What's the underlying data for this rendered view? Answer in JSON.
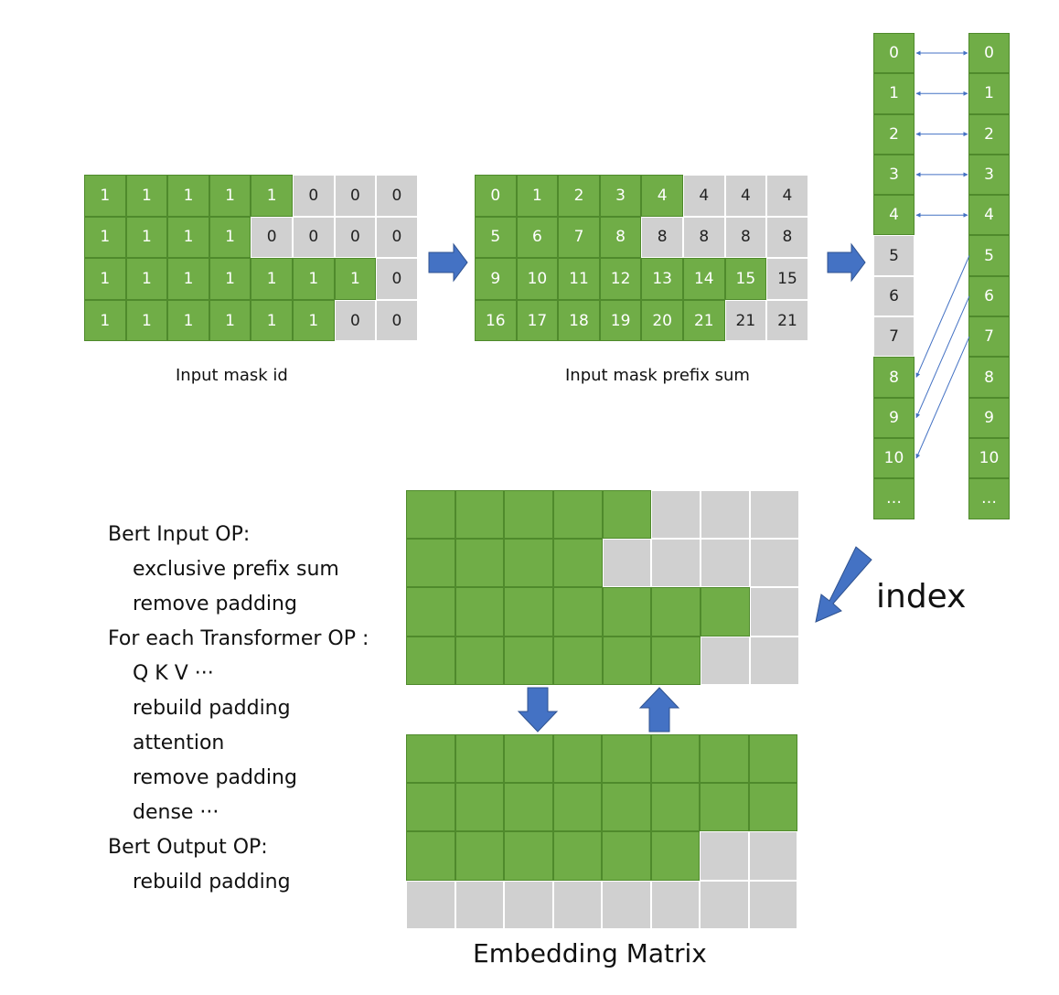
{
  "colors": {
    "valid": "#70ad47",
    "padding": "#d0d0d0",
    "arrow": "#4472c4",
    "connector": "#4472c4"
  },
  "mask_grid": {
    "caption": "Input mask id",
    "rows": [
      [
        "1",
        "1",
        "1",
        "1",
        "1",
        "0",
        "0",
        "0"
      ],
      [
        "1",
        "1",
        "1",
        "1",
        "0",
        "0",
        "0",
        "0"
      ],
      [
        "1",
        "1",
        "1",
        "1",
        "1",
        "1",
        "1",
        "0"
      ],
      [
        "1",
        "1",
        "1",
        "1",
        "1",
        "1",
        "0",
        "0"
      ]
    ],
    "valid_counts": [
      5,
      4,
      7,
      6
    ]
  },
  "prefix_grid": {
    "caption": "Input mask prefix sum",
    "rows": [
      [
        "0",
        "1",
        "2",
        "3",
        "4",
        "4",
        "4",
        "4"
      ],
      [
        "5",
        "6",
        "7",
        "8",
        "8",
        "8",
        "8",
        "8"
      ],
      [
        "9",
        "10",
        "11",
        "12",
        "13",
        "14",
        "15",
        "15"
      ],
      [
        "16",
        "17",
        "18",
        "19",
        "20",
        "21",
        "21",
        "21"
      ]
    ],
    "valid_counts": [
      5,
      4,
      7,
      6
    ]
  },
  "index_column_left": {
    "values": [
      "0",
      "1",
      "2",
      "3",
      "4",
      "5",
      "6",
      "7",
      "8",
      "9",
      "10",
      "…"
    ],
    "padding_indices": [
      5,
      6,
      7
    ]
  },
  "index_column_right": {
    "values": [
      "0",
      "1",
      "2",
      "3",
      "4",
      "5",
      "6",
      "7",
      "8",
      "9",
      "10",
      "…"
    ],
    "padding_indices": []
  },
  "op_list": {
    "lines": [
      {
        "text": "Bert Input OP:",
        "indent": false
      },
      {
        "text": "exclusive prefix sum",
        "indent": true
      },
      {
        "text": "remove padding",
        "indent": true
      },
      {
        "text": "For each Transformer OP :",
        "indent": false
      },
      {
        "text": "Q K V ···",
        "indent": true
      },
      {
        "text": "rebuild padding",
        "indent": true
      },
      {
        "text": "attention",
        "indent": true
      },
      {
        "text": "remove padding",
        "indent": true
      },
      {
        "text": "dense ···",
        "indent": true
      },
      {
        "text": "Bert Output OP:",
        "indent": false
      },
      {
        "text": "rebuild padding",
        "indent": true
      }
    ]
  },
  "padded_matrix": {
    "valid_counts": [
      5,
      4,
      7,
      6
    ]
  },
  "packed_matrix": {
    "valid_counts": [
      8,
      8,
      6,
      0
    ]
  },
  "index_label": "index",
  "embedding_caption": "Embedding Matrix"
}
